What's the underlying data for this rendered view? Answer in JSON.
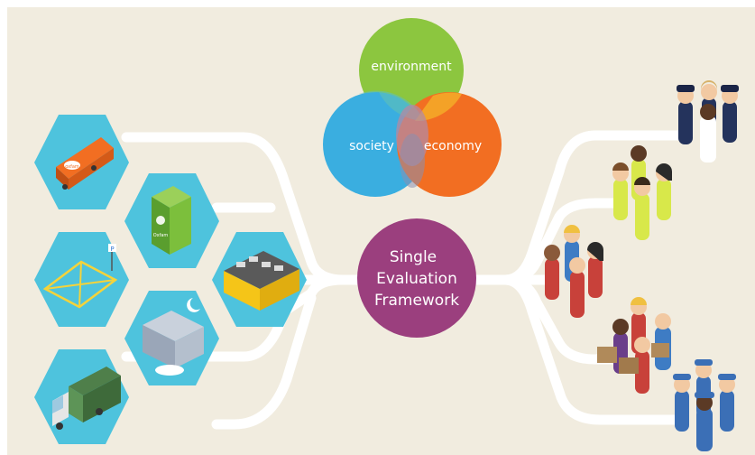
{
  "venn": {
    "environment": {
      "label": "environment",
      "color": "#8cc63f"
    },
    "society": {
      "label": "society",
      "color": "#3aaee0"
    },
    "economy": {
      "label": "economy",
      "color": "#f26e22"
    }
  },
  "center": {
    "line1": "Single",
    "line2": "Evaluation",
    "line3": "Framework",
    "color": "#9b3f7e"
  },
  "assets": {
    "hex_color": "#4ec3dd",
    "items": [
      {
        "icon": "orange-van-icon",
        "brand": "oxfam"
      },
      {
        "icon": "green-donation-bank-icon",
        "brand": "Oxfam"
      },
      {
        "icon": "parking-space-icon",
        "sign": "P"
      },
      {
        "icon": "warehouse-building-icon"
      },
      {
        "icon": "moonlit-building-icon"
      },
      {
        "icon": "green-truck-icon"
      }
    ]
  },
  "people": [
    {
      "group": "police-officers-group"
    },
    {
      "group": "high-vis-workers-group"
    },
    {
      "group": "shop-volunteers-group"
    },
    {
      "group": "box-carriers-group"
    },
    {
      "group": "uniformed-staff-group"
    }
  ],
  "line_color": "#ffffff"
}
